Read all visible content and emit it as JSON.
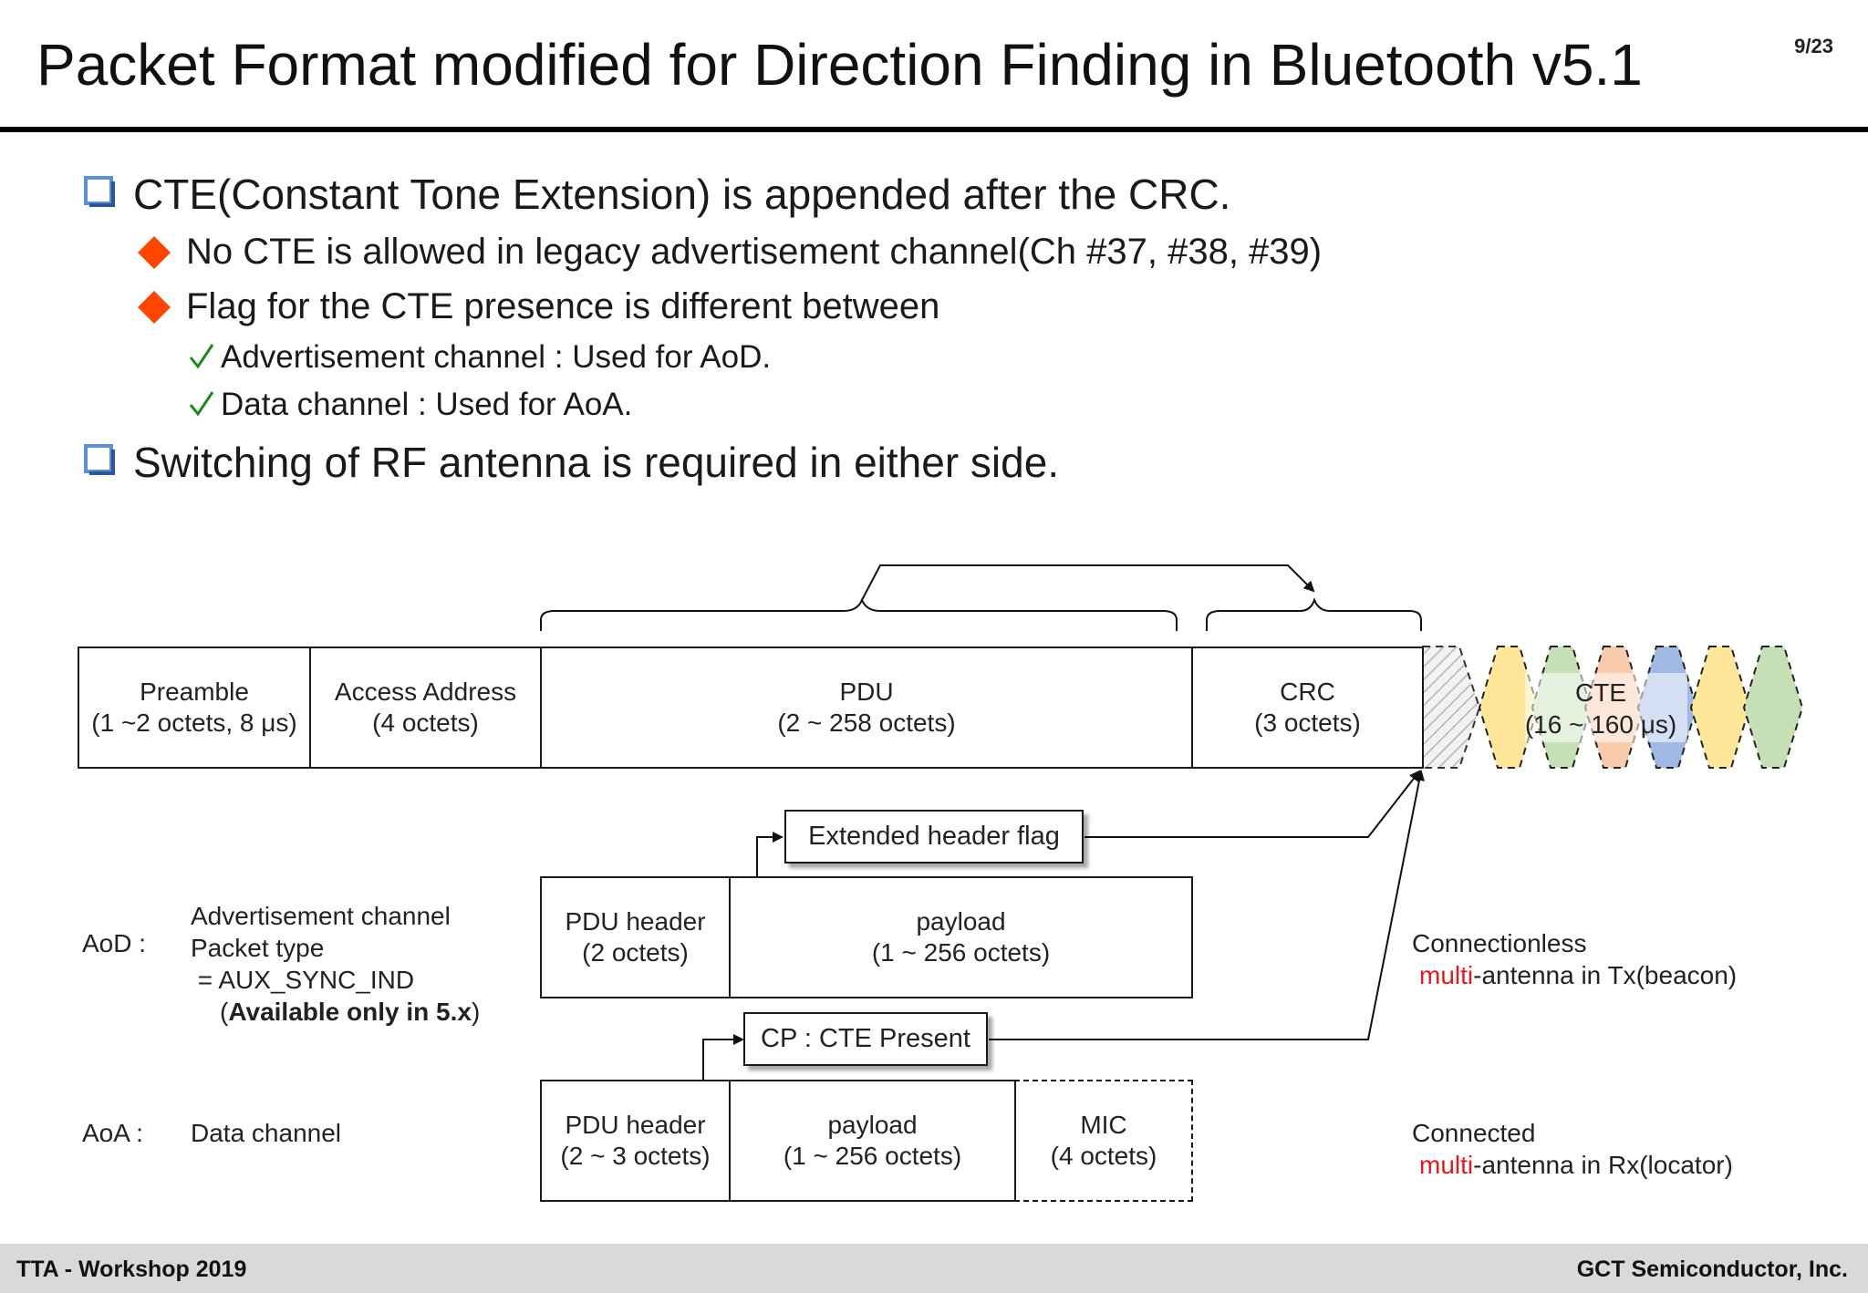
{
  "slide": {
    "title": "Packet Format modified for Direction Finding in Bluetooth v5.1",
    "page": "9/23"
  },
  "bullets": {
    "b1": "CTE(Constant Tone Extension) is appended after the CRC.",
    "b1_1": "No CTE is allowed in legacy advertisement channel(Ch #37, #38, #39)",
    "b1_2": "Flag for the CTE presence is different between",
    "b1_2_1": "Advertisement channel : Used for AoD.",
    "b1_2_2": "Data channel : Used for AoA.",
    "b2": "Switching of RF antenna is required in either side."
  },
  "packet": {
    "preamble": {
      "name": "Preamble",
      "size": "(1 ~2 octets, 8 μs)"
    },
    "access_address": {
      "name": "Access Address",
      "size": "(4 octets)"
    },
    "pdu": {
      "name": "PDU",
      "size": "(2 ~ 258 octets)"
    },
    "crc": {
      "name": "CRC",
      "size": "(3 octets)"
    },
    "cte": {
      "name": "CTE",
      "size": "(16 ~ 160 μs)"
    }
  },
  "aod": {
    "label": "AoD :",
    "desc_line1": "Advertisement channel",
    "desc_line2": "Packet type",
    "desc_line3": " = AUX_SYNC_IND",
    "desc_line4_open": "(",
    "desc_line4_bold": "Available only in 5.x",
    "desc_line4_close": ")",
    "flag": "Extended header flag",
    "pdu_header": {
      "name": "PDU header",
      "size": "(2 octets)"
    },
    "payload": {
      "name": "payload",
      "size": "(1 ~ 256 octets)"
    },
    "note_line1": "Connectionless",
    "note_red": "multi",
    "note_rest": "-antenna in Tx(beacon)"
  },
  "aoa": {
    "label": "AoA :",
    "desc": "Data channel",
    "flag": "CP : CTE Present",
    "pdu_header": {
      "name": "PDU header",
      "size": "(2 ~ 3 octets)"
    },
    "payload": {
      "name": "payload",
      "size": "(1 ~ 256 octets)"
    },
    "mic": {
      "name": "MIC",
      "size": "(4 octets)"
    },
    "note_line1": "Connected",
    "note_red": "multi",
    "note_rest": "-antenna in Rx(locator)"
  },
  "footer": {
    "left": "TTA - Workshop 2019",
    "right": "GCT Semiconductor, Inc."
  },
  "colors": {
    "bullet_square": "#5b8fd6",
    "diamond": "#ff4500",
    "check": "#1a8a1a",
    "cte_yellow": "#ffe699",
    "cte_green": "#c5e0b4",
    "cte_orange": "#f8cbad",
    "cte_blue": "#9fb9e4",
    "highlight_red": "#e8191d"
  }
}
